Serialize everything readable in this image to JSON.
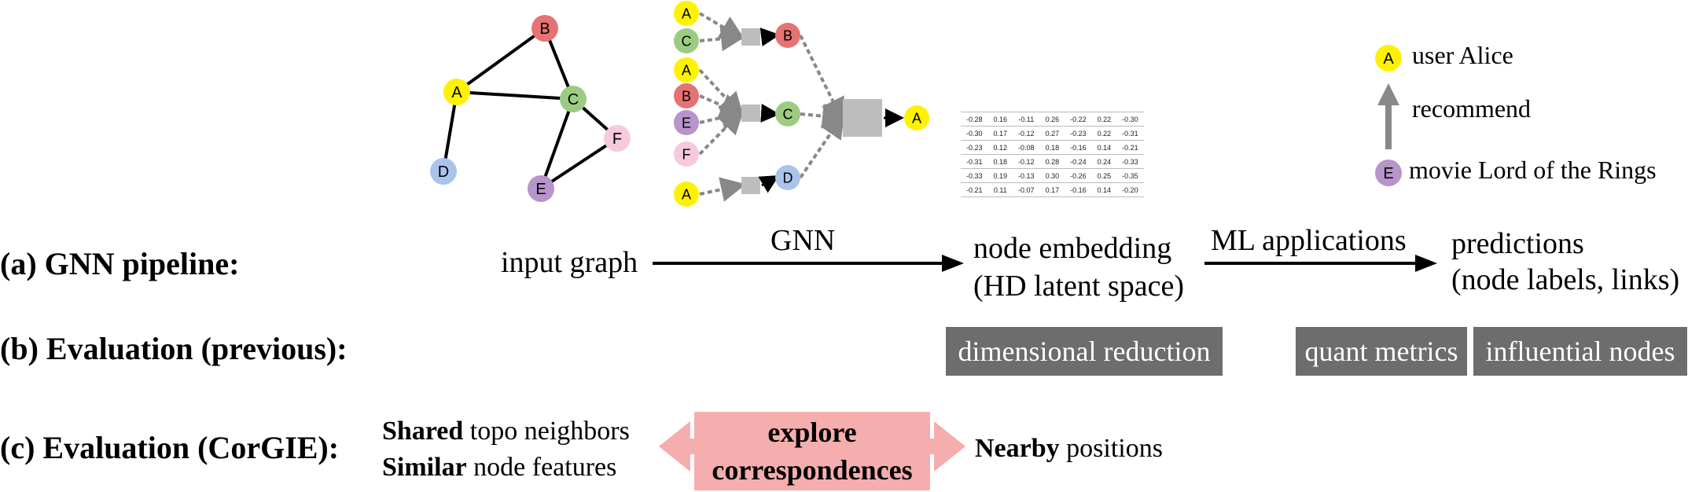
{
  "input_graph": {
    "nodes": [
      {
        "id": "B",
        "color": "#e57373"
      },
      {
        "id": "A",
        "color": "#fff200"
      },
      {
        "id": "C",
        "color": "#9ccc82"
      },
      {
        "id": "F",
        "color": "#f8c8dc"
      },
      {
        "id": "D",
        "color": "#a9c4ea"
      },
      {
        "id": "E",
        "color": "#b794c9"
      }
    ],
    "edges": [
      [
        "A",
        "B"
      ],
      [
        "B",
        "C"
      ],
      [
        "A",
        "C"
      ],
      [
        "A",
        "D"
      ],
      [
        "C",
        "F"
      ],
      [
        "C",
        "E"
      ],
      [
        "E",
        "F"
      ]
    ]
  },
  "gnn_illustration": {
    "groups": [
      {
        "inputs": [
          "A",
          "C"
        ],
        "output": "B"
      },
      {
        "inputs": [
          "A",
          "B",
          "E",
          "F"
        ],
        "output": "C"
      },
      {
        "inputs": [
          "A"
        ],
        "output": "D"
      }
    ],
    "final_output": "A"
  },
  "embedding_table": [
    [
      "-0.28",
      "0.16",
      "-0.11",
      "0.26",
      "-0.22",
      "0.22",
      "-0.30"
    ],
    [
      "-0.30",
      "0.17",
      "-0.12",
      "0.27",
      "-0.23",
      "0.22",
      "-0.31"
    ],
    [
      "-0.23",
      "0.12",
      "-0.08",
      "0.18",
      "-0.16",
      "0.14",
      "-0.21"
    ],
    [
      "-0.31",
      "0.18",
      "-0.12",
      "0.28",
      "-0.24",
      "0.24",
      "-0.33"
    ],
    [
      "-0.33",
      "0.19",
      "-0.13",
      "0.30",
      "-0.26",
      "0.25",
      "-0.35"
    ],
    [
      "-0.21",
      "0.11",
      "-0.07",
      "0.17",
      "-0.16",
      "0.14",
      "-0.20"
    ]
  ],
  "legend": {
    "node_a_letter": "A",
    "node_a_text": "user Alice",
    "arrow_text": "recommend",
    "node_e_letter": "E",
    "node_e_text": "movie Lord of the Rings"
  },
  "row_a": {
    "label": "(a) GNN pipeline:",
    "input_graph": "input graph",
    "gnn": "GNN",
    "node_embedding_line1": "node embedding",
    "node_embedding_line2": "(HD latent space)",
    "ml_applications": "ML applications",
    "predictions_line1": "predictions",
    "predictions_line2": "(node labels, links)"
  },
  "row_b": {
    "label": "(b) Evaluation (previous):",
    "dimensional_reduction": "dimensional reduction",
    "quant_metrics": "quant metrics",
    "influential_nodes": "influential nodes"
  },
  "row_c": {
    "label": "(c) Evaluation (CorGIE):",
    "left_line1_bold": "Shared",
    "left_line1_rest": " topo neighbors",
    "left_line2_bold": "Similar",
    "left_line2_rest": " node features",
    "center_line1": "explore",
    "center_line2": "correspondences",
    "right_bold": "Nearby",
    "right_rest": " positions"
  },
  "colors": {
    "A": "#fff200",
    "B": "#e57373",
    "C": "#9ccc82",
    "D": "#a9c4ea",
    "E": "#b794c9",
    "F": "#f8c8dc",
    "gray_box": "#6d6d6d",
    "pink_box": "#f5adad",
    "arrow_gray": "#888888"
  }
}
